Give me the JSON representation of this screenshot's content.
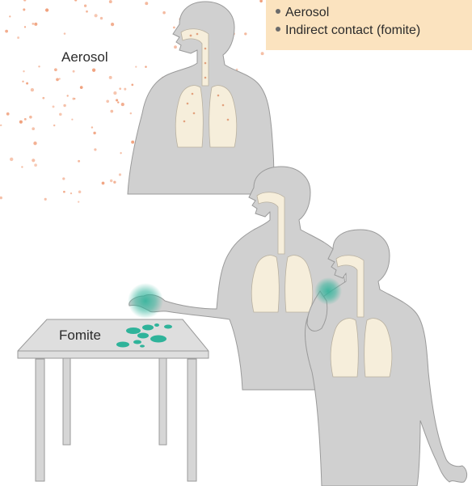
{
  "legend": {
    "items": [
      "Aerosol",
      "Indirect contact (fomite)"
    ]
  },
  "labels": {
    "aerosol": "Aerosol",
    "fomite": "Fomite"
  },
  "colors": {
    "body": "#d0d0d0",
    "body_outline": "#9a9a9a",
    "organ": "#f6eedb",
    "organ_outline": "#b9b1a0",
    "aerosol_dot": "#f0a07c",
    "virus": "#2fb39a",
    "legend_bg": "#fbe3bf",
    "table_top": "#dedede"
  }
}
